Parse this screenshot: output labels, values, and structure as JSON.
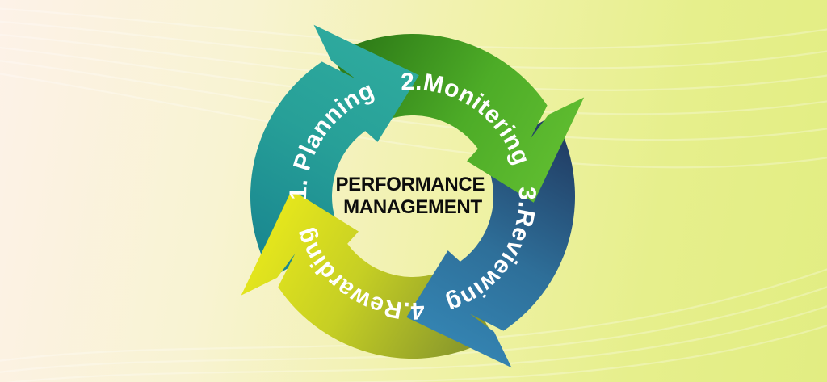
{
  "diagram": {
    "type": "cycle",
    "title": {
      "line1": "PERFORMANCE",
      "line2": "MANAGEMENT",
      "color": "#0d0d0d"
    },
    "steps": [
      {
        "label": "1. Planning",
        "color_tail": "#1a8890",
        "color_head": "#2eaa9e"
      },
      {
        "label": "2.Monitering",
        "color_tail": "#2f7d18",
        "color_head": "#5fbc30"
      },
      {
        "label": "3.Reviewing",
        "color_tail": "#223f66",
        "color_head": "#3484b2"
      },
      {
        "label": "4.Rewarding",
        "color_tail": "#8a992b",
        "color_head": "#e6e71c"
      }
    ],
    "label_text_color": "#ffffff",
    "background": {
      "gradient_from": "#fdf2e8",
      "gradient_to": "#e2ed82",
      "contour_line_color": "#ffffff"
    }
  }
}
